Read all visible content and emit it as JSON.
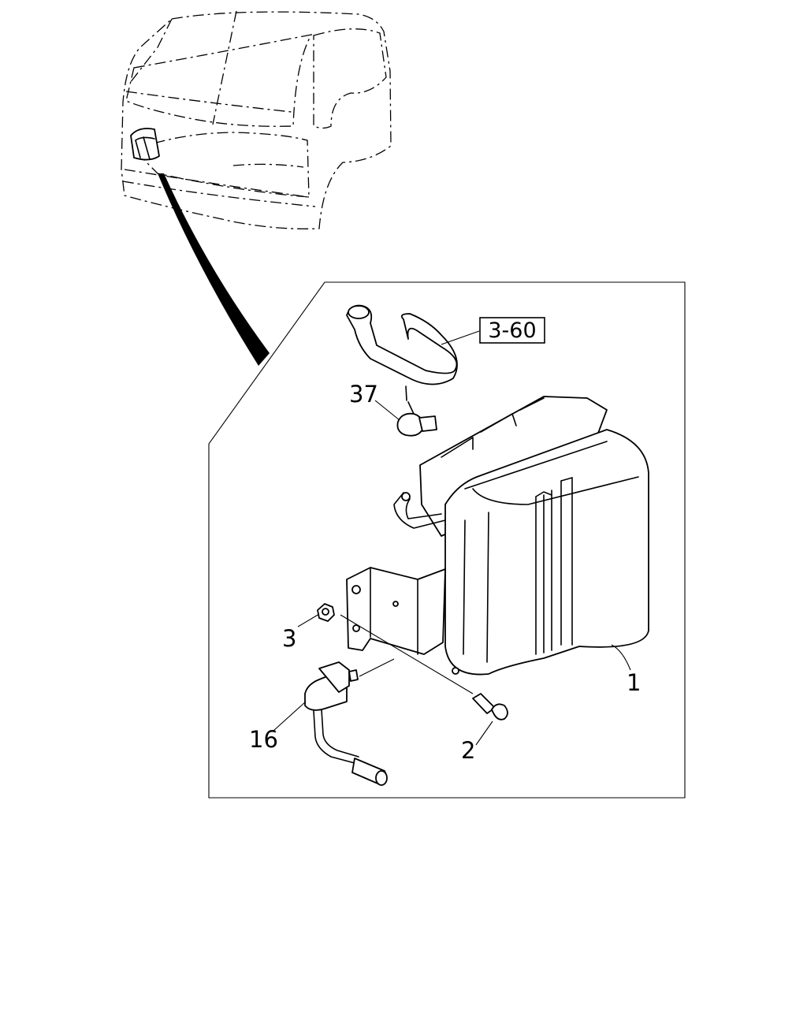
{
  "diagram": {
    "reference_box": {
      "text": "3-60"
    },
    "callouts": [
      {
        "id": "37",
        "text": "37"
      },
      {
        "id": "1",
        "text": "1"
      },
      {
        "id": "3",
        "text": "3"
      },
      {
        "id": "16",
        "text": "16"
      },
      {
        "id": "2",
        "text": "2"
      }
    ]
  }
}
